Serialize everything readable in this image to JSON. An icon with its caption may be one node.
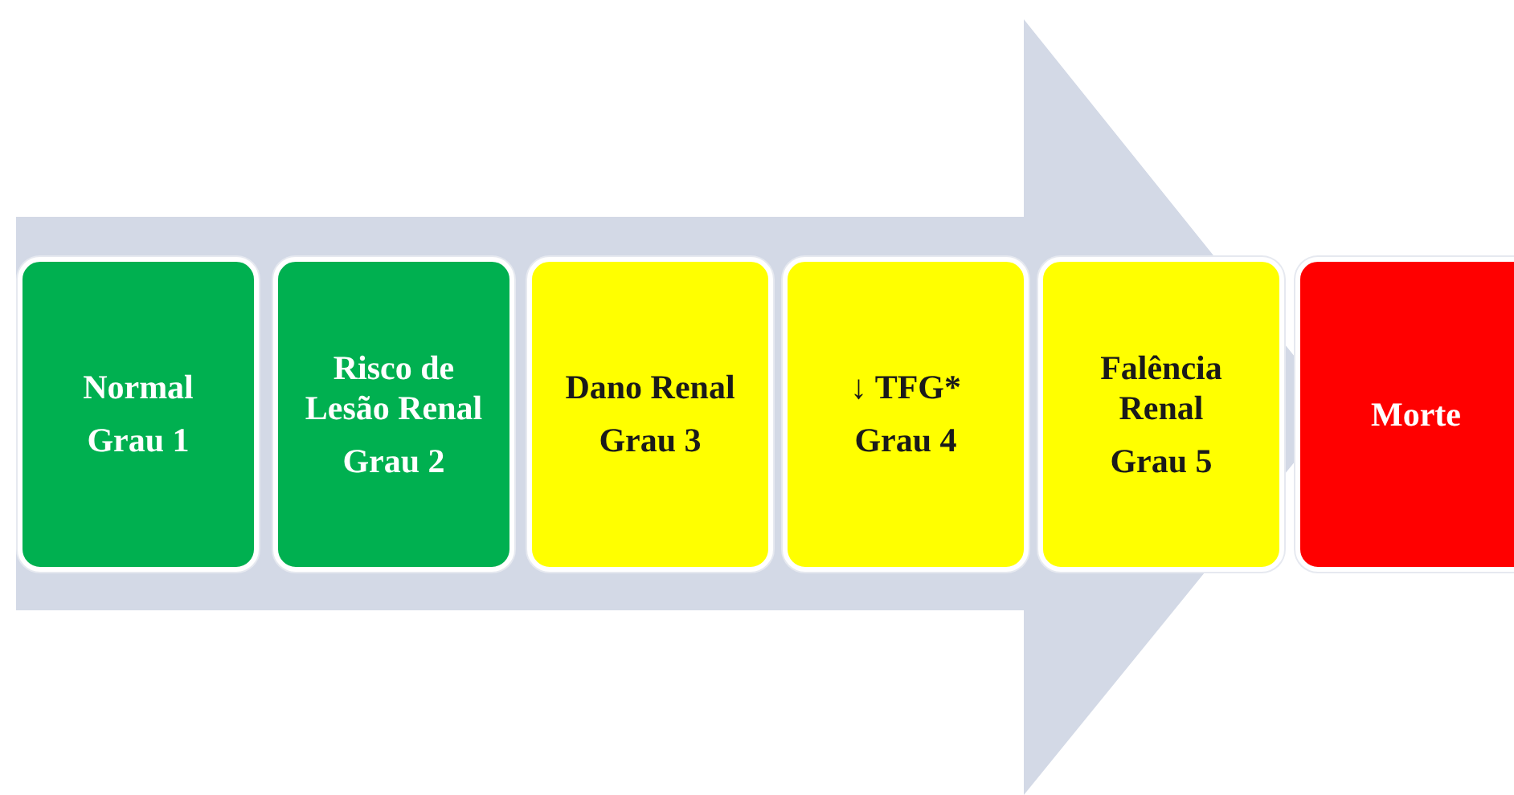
{
  "diagram": {
    "nodes": [
      {
        "text": [
          "Normal",
          "Grau 1"
        ]
      },
      {
        "text": [
          "Risco de Lesão Renal",
          "Grau 2"
        ]
      },
      {
        "text": [
          "Dano Renal",
          "Grau 3"
        ]
      },
      {
        "text": [
          "↓ TFG*",
          "Grau 4"
        ]
      },
      {
        "text": [
          "Falência Renal",
          "Grau 5"
        ]
      },
      {
        "text": [
          "Morte"
        ]
      }
    ],
    "edges": [
      {
        "from": 0,
        "to": 5,
        "arrow": "to"
      }
    ]
  }
}
